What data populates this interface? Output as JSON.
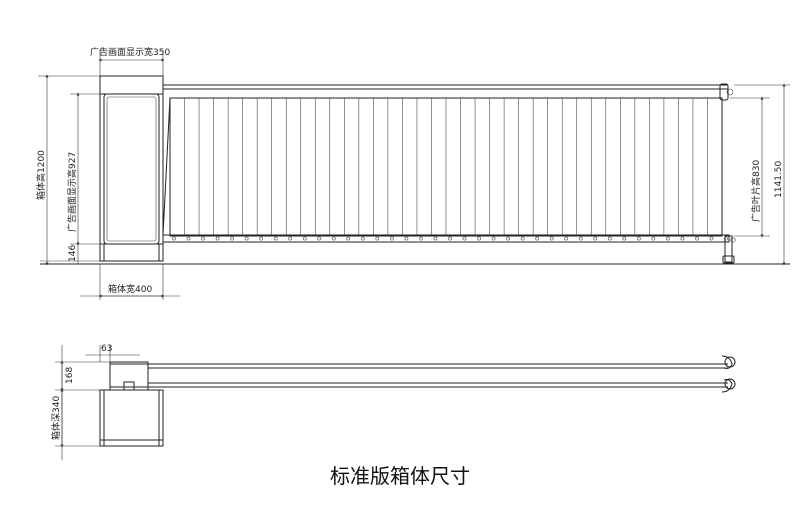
{
  "caption": "标准版箱体尺寸",
  "dimensions": {
    "ad_screen_width": "广告画面显示宽350",
    "box_height": "箱体高1200",
    "ad_screen_height": "广告画面显示高927",
    "base_height": "146",
    "box_width": "箱体宽400",
    "blade_height": "广告叶片高830",
    "total_height": "1141.50",
    "top_offset": "63",
    "arm_height": "168",
    "box_depth": "箱体深340"
  },
  "blade_count": 38
}
